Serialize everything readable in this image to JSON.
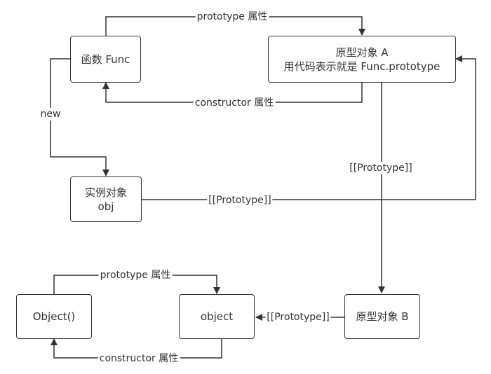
{
  "nodes": {
    "func": "函数 Func",
    "protoA_line1": "原型对象 A",
    "protoA_line2": "用代码表示就是 Func.prototype",
    "instance_line1": "实例对象",
    "instance_line2": "obj",
    "object_ctor": "Object()",
    "object_proto": "object",
    "protoB": "原型对象 B"
  },
  "edges": {
    "func_to_protoA": "prototype 属性",
    "protoA_to_func": "constructor 属性",
    "func_to_instance": "new",
    "protoA_to_protoB": "[[Prototype]]",
    "instance_to_protoA": "[[Prototype]]",
    "objectctor_to_object": "prototype 属性",
    "object_to_objectctor": "constructor 属性",
    "protoB_to_object": "[[Prototype]]"
  },
  "colors": {
    "line": "#333333",
    "box_border": "#333333",
    "background": "#ffffff"
  }
}
